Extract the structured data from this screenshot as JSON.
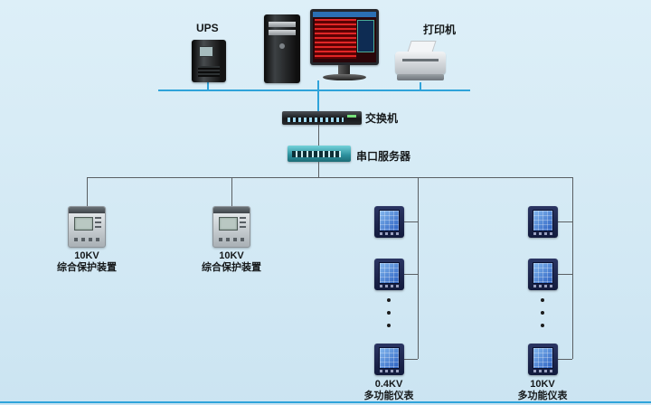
{
  "diagram": {
    "background": "#d9ecf7",
    "colors": {
      "bus_line": "#2fa3da",
      "branch_line": "#5a5f63"
    },
    "nodes": {
      "ups": {
        "label": "UPS"
      },
      "printer": {
        "label": "打印机"
      },
      "switch": {
        "label": "交换机"
      },
      "serial_server": {
        "label": "串口服务器"
      },
      "protection_device_1": {
        "label_line1": "10KV",
        "label_line2": "综合保护装置"
      },
      "protection_device_2": {
        "label_line1": "10KV",
        "label_line2": "综合保护装置"
      },
      "meter_column_1": {
        "label_line1": "0.4KV",
        "label_line2": "多功能仪表"
      },
      "meter_column_2": {
        "label_line1": "10KV",
        "label_line2": "多功能仪表"
      }
    }
  }
}
